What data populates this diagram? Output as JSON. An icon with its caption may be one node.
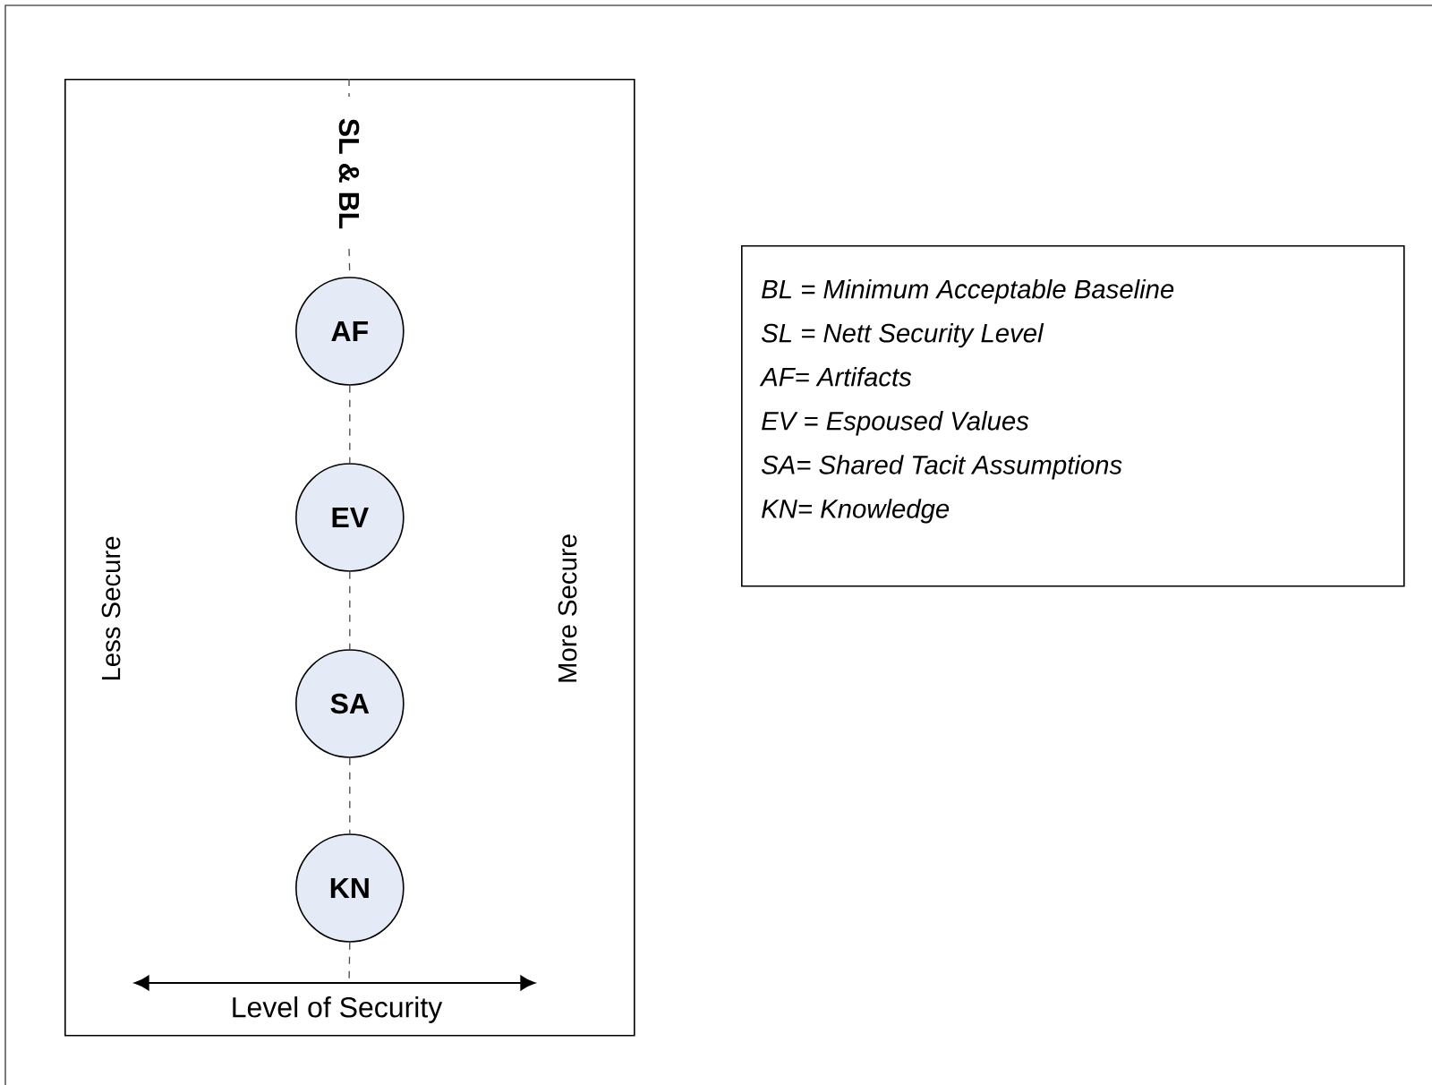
{
  "diagram": {
    "nodes": [
      {
        "text": [],
        "shape": "box"
      },
      {
        "text": [
          "AF"
        ],
        "in": 0
      },
      {
        "text": [
          "EV"
        ],
        "in": 0
      },
      {
        "text": [
          "SA"
        ],
        "in": 0
      },
      {
        "text": [
          "KN"
        ],
        "in": 0
      },
      {
        "text": [
          "BL = Minimum Acceptable Baseline",
          "SL = Nett Security Level",
          "AF= Artifacts",
          "EV = Espoused Values",
          "SA= Shared Tacit Assumptions",
          "KN= Knowledge"
        ]
      }
    ],
    "edges": [
      {
        "from": 1,
        "to": 2,
        "arrow": "none",
        "style": "dashed"
      },
      {
        "from": 2,
        "to": 3,
        "arrow": "none",
        "style": "dashed"
      },
      {
        "from": 3,
        "to": 4,
        "arrow": "none",
        "style": "dashed"
      }
    ],
    "labels": [
      "SL & BL",
      "Less Secure",
      "More Secure",
      "Level of Security"
    ]
  }
}
